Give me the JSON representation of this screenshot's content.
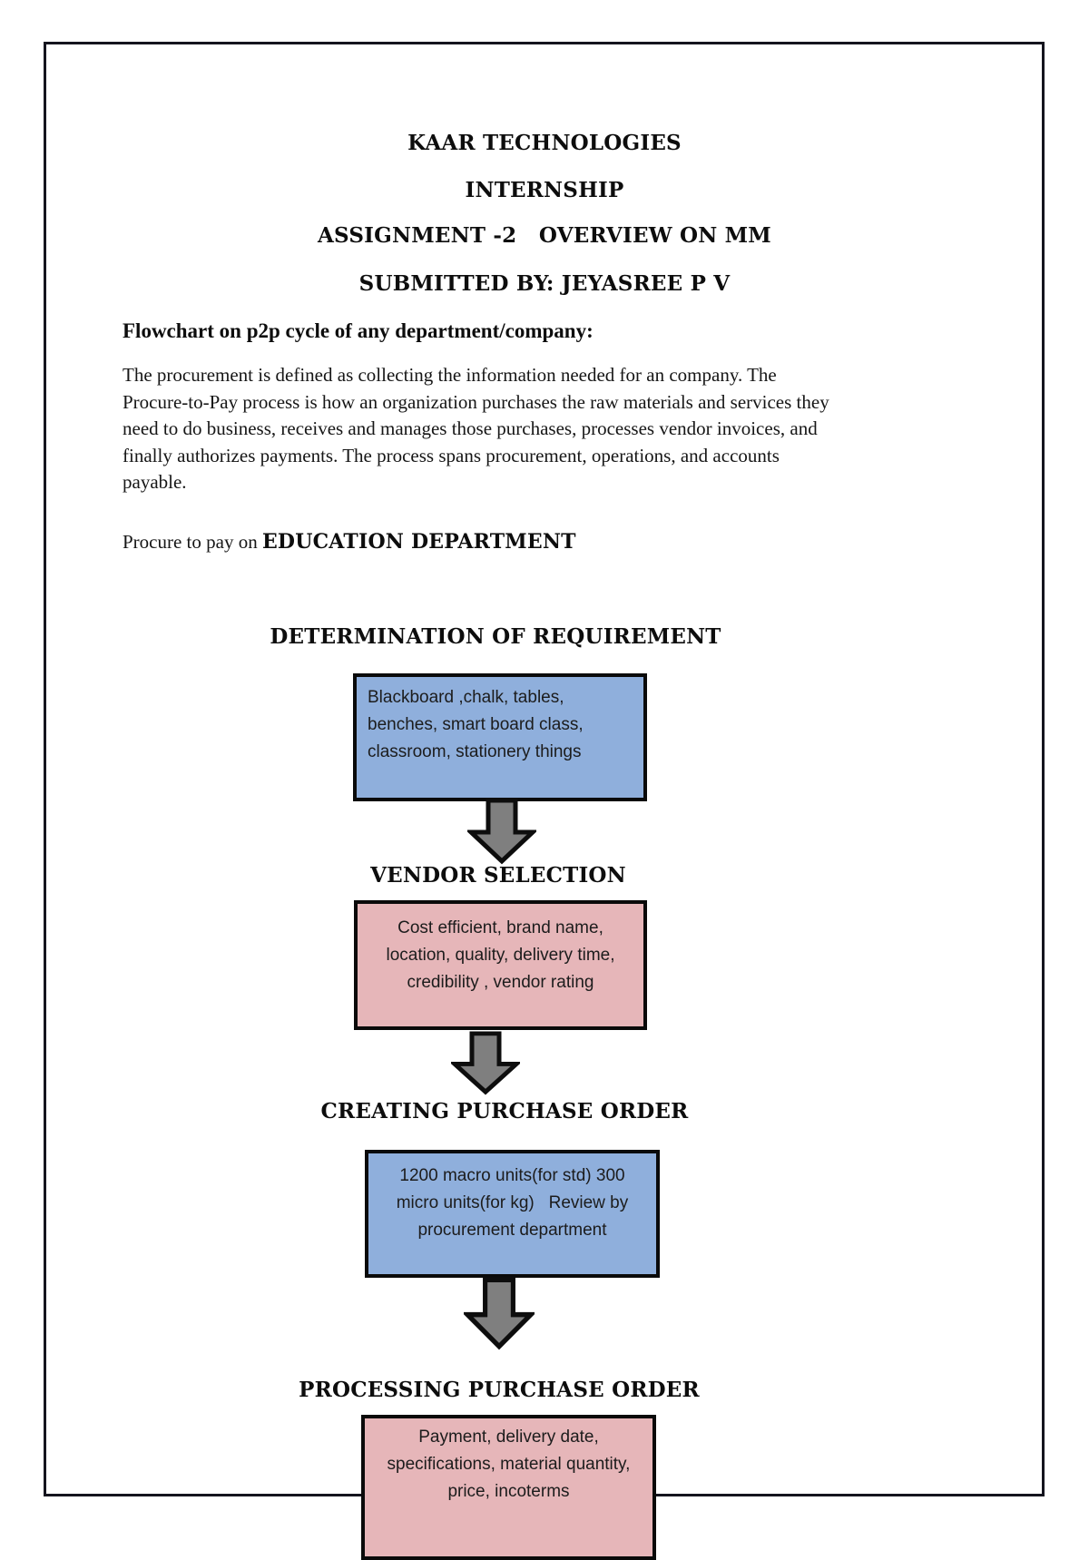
{
  "document": {
    "title_lines": [
      "KAAR TECHNOLOGIES",
      "INTERNSHIP",
      "ASSIGNMENT -2   OVERVIEW ON MM",
      "SUBMITTED BY: JEYASREE P V"
    ],
    "section_heading": "Flowchart on p2p cycle of any department/company:",
    "intro_paragraph": "The procurement is defined as collecting the information needed for an company. The\nProcure-to-Pay process is how an organization purchases the raw materials and services they\nneed to do business, receives and manages those purchases, processes vendor invoices, and\nfinally authorizes payments. The process spans procurement, operations, and accounts\npayable.",
    "subject_line": {
      "prefix": "Procure to pay on ",
      "department": "EDUCATION DEPARTMENT"
    }
  },
  "flowchart": {
    "steps": [
      {
        "heading": "DETERMINATION OF REQUIREMENT",
        "box_text": "Blackboard ,chalk, tables,\nbenches, smart board class,\nclassroom, stationery things",
        "box_fill": "#8fafdc"
      },
      {
        "heading": "VENDOR SELECTION",
        "box_text": "Cost efficient, brand name,\nlocation, quality, delivery time,\ncredibility , vendor rating",
        "box_fill": "#e6b6b9"
      },
      {
        "heading": "CREATING PURCHASE ORDER",
        "box_text": "1200 macro units(for std) 300\nmicro units(for kg)   Review by\nprocurement department",
        "box_fill": "#8fafdc"
      },
      {
        "heading": "PROCESSING PURCHASE ORDER",
        "box_text": "Payment, delivery date,\nspecifications, material quantity,\nprice, incoterms",
        "box_fill": "#e6b6b9"
      }
    ],
    "arrow_fill": "#7f7f7f",
    "arrow_outline": "#0d0d0d",
    "box_border_color": "#0a0a0a",
    "page_border_color": "#14141e"
  }
}
